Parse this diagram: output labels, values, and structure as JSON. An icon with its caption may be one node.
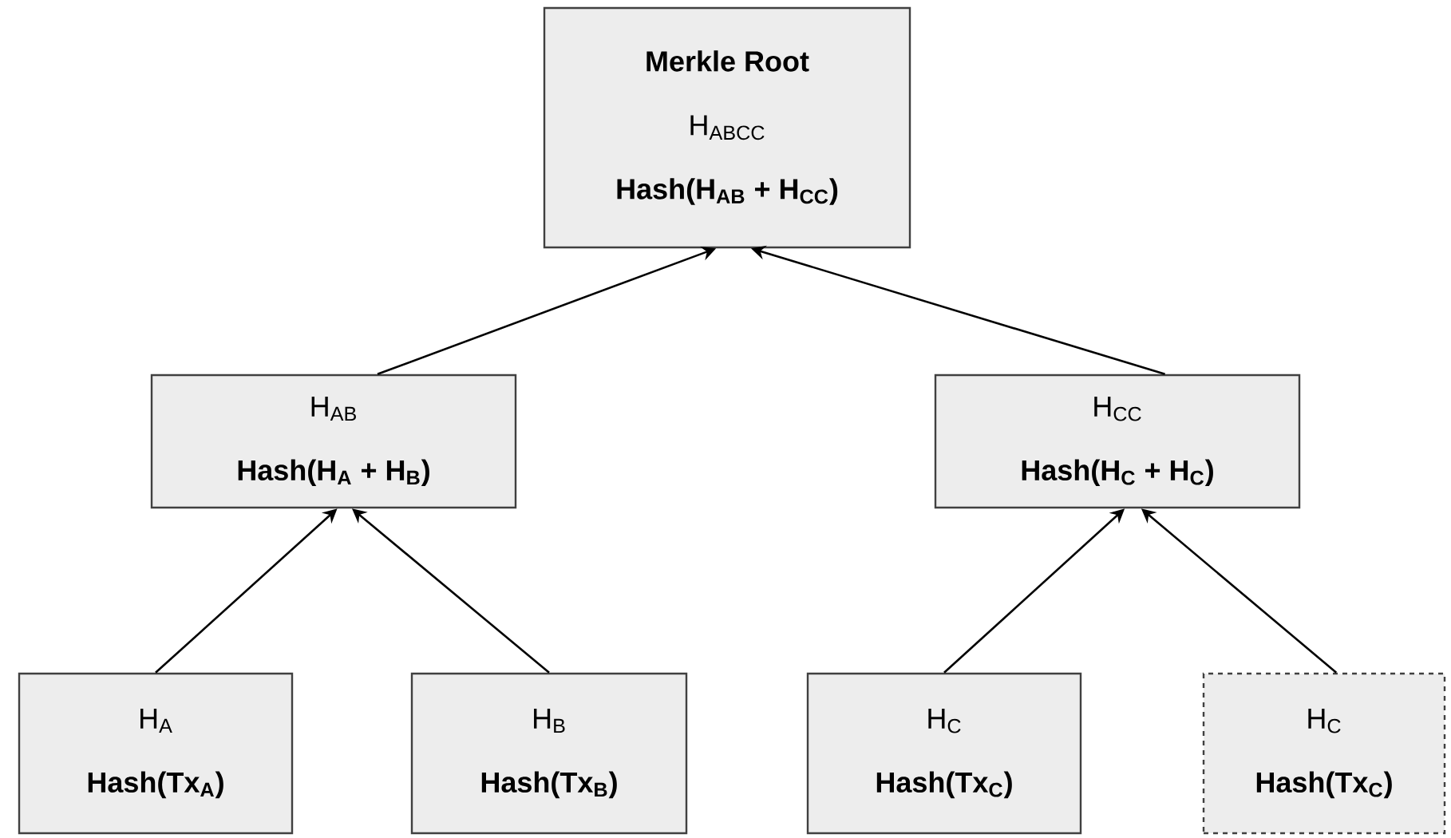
{
  "diagram": {
    "nodes": [
      {
        "text": [
          "Merkle Root",
          "H$_{ABCC}$",
          "Hash(H$_{AB}$ + H$_{CC}$)"
        ]
      },
      {
        "text": [
          "H$_{AB}$",
          "Hash(H$_{A}$ + H$_{B}$)"
        ]
      },
      {
        "text": [
          "H$_{CC}$",
          "Hash(H$_{C}$ + H$_{C}$)"
        ]
      },
      {
        "text": [
          "H$_{A}$",
          "Hash(Tx$_{A}$)"
        ]
      },
      {
        "text": [
          "H$_{B}$",
          "Hash(Tx$_{B}$)"
        ]
      },
      {
        "text": [
          "H$_{C}$",
          "Hash(Tx$_{C}$)"
        ]
      },
      {
        "text": [
          "H$_{C}$",
          "Hash(Tx$_{C}$)"
        ]
      }
    ],
    "edges": [
      {
        "from": 1,
        "to": 0,
        "arrow": "to"
      },
      {
        "from": 2,
        "to": 0,
        "arrow": "to"
      },
      {
        "from": 3,
        "to": 1,
        "arrow": "to"
      },
      {
        "from": 4,
        "to": 1,
        "arrow": "to"
      },
      {
        "from": 5,
        "to": 2,
        "arrow": "to"
      },
      {
        "from": 6,
        "to": 2,
        "arrow": "to"
      }
    ]
  }
}
